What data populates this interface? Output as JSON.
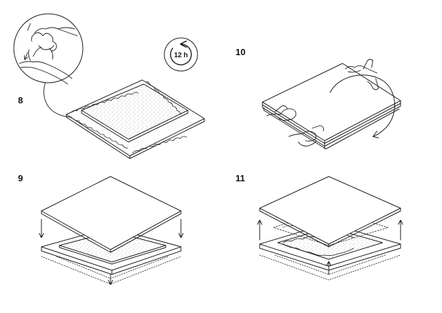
{
  "steps": [
    {
      "number": "8"
    },
    {
      "number": "9"
    },
    {
      "number": "10"
    },
    {
      "number": "11"
    }
  ],
  "timer": {
    "label": "12 h"
  },
  "colors": {
    "line": "#1a1a1a",
    "stipple": "#9a9a9a"
  }
}
